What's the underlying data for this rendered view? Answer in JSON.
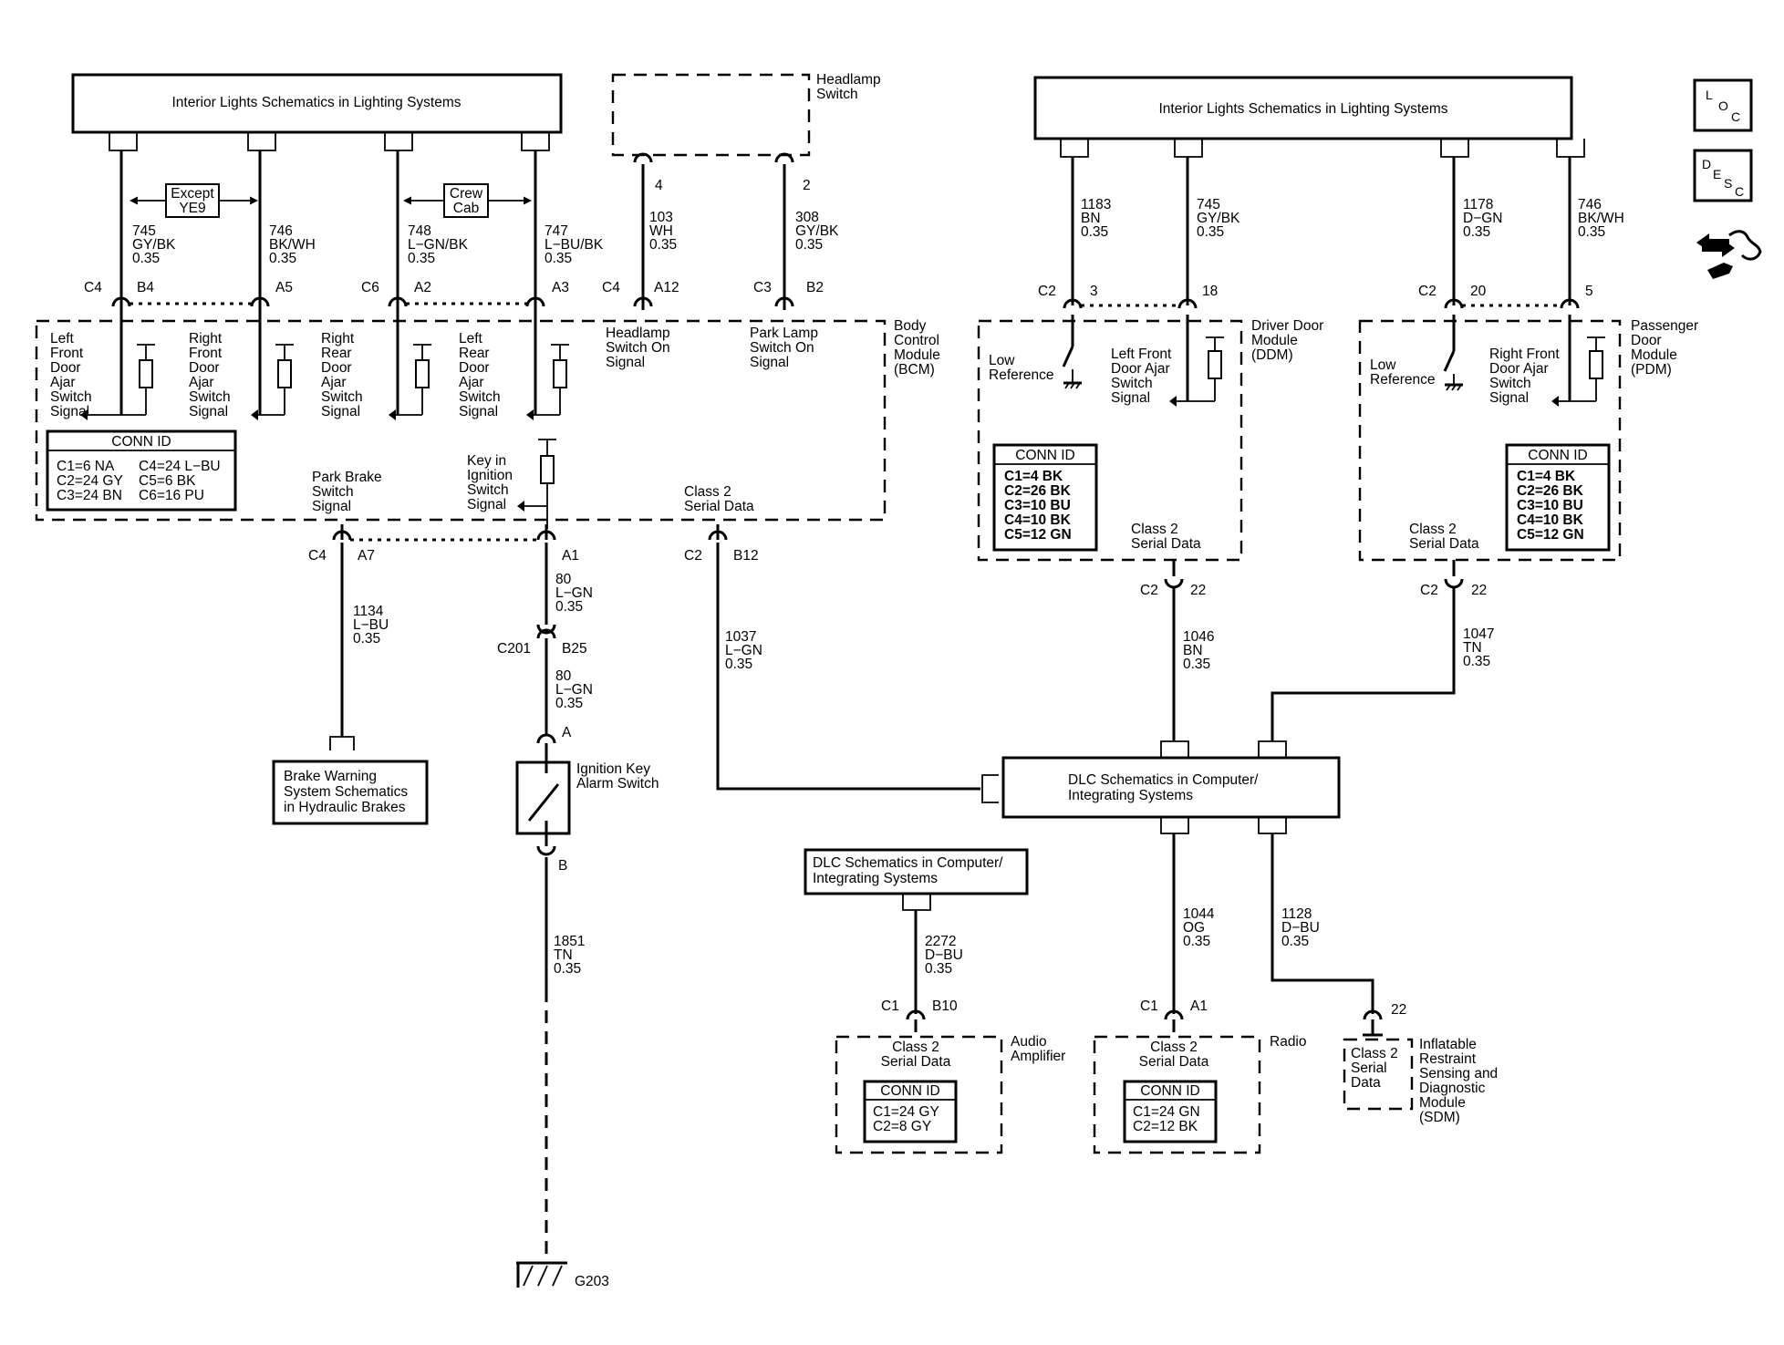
{
  "title_boxes": {
    "interior_left": "Interior Lights Schematics in Lighting Systems",
    "interior_right": "Interior Lights Schematics in Lighting Systems",
    "headlamp_switch": [
      "Headlamp",
      "Switch"
    ],
    "brake_warning": [
      "Brake Warning",
      "System Schematics",
      "in Hydraulic Brakes"
    ],
    "dlc_main": [
      "DLC Schematics in Computer/",
      "Integrating Systems"
    ],
    "dlc_audio": [
      "DLC Schematics in Computer/",
      "Integrating Systems"
    ]
  },
  "option_tags": {
    "except_ye9": [
      "Except",
      "YE9"
    ],
    "crew_cab": [
      "Crew",
      "Cab"
    ]
  },
  "nav_icons": {
    "loc": [
      "L",
      "O",
      "C"
    ],
    "desc": [
      "D",
      "E",
      "S",
      "C"
    ]
  },
  "wires": {
    "w745_left": [
      "745",
      "GY/BK",
      "0.35"
    ],
    "w746_left": [
      "746",
      "BK/WH",
      "0.35"
    ],
    "w748": [
      "748",
      "L−GN/BK",
      "0.35"
    ],
    "w747": [
      "747",
      "L−BU/BK",
      "0.35"
    ],
    "w103": [
      "103",
      "WH",
      "0.35"
    ],
    "w308": [
      "308",
      "GY/BK",
      "0.35"
    ],
    "w1183": [
      "1183",
      "BN",
      "0.35"
    ],
    "w745_right": [
      "745",
      "GY/BK",
      "0.35"
    ],
    "w1178": [
      "1178",
      "D−GN",
      "0.35"
    ],
    "w746_right": [
      "746",
      "BK/WH",
      "0.35"
    ],
    "w1134": [
      "1134",
      "L−BU",
      "0.35"
    ],
    "w80_upper": [
      "80",
      "L−GN",
      "0.35"
    ],
    "w80_lower": [
      "80",
      "L−GN",
      "0.35"
    ],
    "w1037": [
      "1037",
      "L−GN",
      "0.35"
    ],
    "w1046": [
      "1046",
      "BN",
      "0.35"
    ],
    "w1047": [
      "1047",
      "TN",
      "0.35"
    ],
    "w1851": [
      "1851",
      "TN",
      "0.35"
    ],
    "w2272": [
      "2272",
      "D−BU",
      "0.35"
    ],
    "w1044": [
      "1044",
      "OG",
      "0.35"
    ],
    "w1128": [
      "1128",
      "D−BU",
      "0.35"
    ]
  },
  "connectors": {
    "c4": "C4",
    "b4": "B4",
    "a5": "A5",
    "c6": "C6",
    "a2": "A2",
    "a3": "A3",
    "c4b": "C4",
    "a12": "A12",
    "c3": "C3",
    "b2": "B2",
    "pin4": "4",
    "pin2": "2",
    "c2_ddm": "C2",
    "p3": "3",
    "p18": "18",
    "c2_pdm": "C2",
    "p20": "20",
    "p5": "5",
    "c4_pb": "C4",
    "a7": "A7",
    "a1": "A1",
    "c2_bcm": "C2",
    "b12": "B12",
    "c201": "C201",
    "b25": "B25",
    "pin_a": "A",
    "pin_b": "B",
    "c2_ddm22": "C2",
    "p22_ddm": "22",
    "c2_pdm22": "C2",
    "p22_pdm": "22",
    "c1_amp": "C1",
    "b10": "B10",
    "c1_radio": "C1",
    "a1_radio": "A1",
    "p22_sdm": "22",
    "g203": "G203"
  },
  "bcm": {
    "label": [
      "Body",
      "Control",
      "Module",
      "(BCM)"
    ],
    "lf_door": [
      "Left",
      "Front",
      "Door",
      "Ajar",
      "Switch",
      "Signal"
    ],
    "rf_door": [
      "Right",
      "Front",
      "Door",
      "Ajar",
      "Switch",
      "Signal"
    ],
    "rr_door": [
      "Right",
      "Rear",
      "Door",
      "Ajar",
      "Switch",
      "Signal"
    ],
    "lr_door": [
      "Left",
      "Rear",
      "Door",
      "Ajar",
      "Switch",
      "Signal"
    ],
    "headlamp_signal": [
      "Headlamp",
      "Switch On",
      "Signal"
    ],
    "park_lamp_signal": [
      "Park Lamp",
      "Switch On",
      "Signal"
    ],
    "park_brake": [
      "Park Brake",
      "Switch",
      "Signal"
    ],
    "key_in_ign": [
      "Key in",
      "Ignition",
      "Switch",
      "Signal"
    ],
    "class2": [
      "Class 2",
      "Serial Data"
    ],
    "conn_id_title": "CONN ID",
    "conn_id": [
      "C1=6 NA",
      "C4=24 L−BU",
      "C2=24 GY",
      "C5=6 BK",
      "C3=24 BN",
      "C6=16 PU"
    ]
  },
  "ddm": {
    "label": [
      "Driver Door",
      "Module",
      "(DDM)"
    ],
    "low_ref": [
      "Low",
      "Reference"
    ],
    "signal": [
      "Left Front",
      "Door Ajar",
      "Switch",
      "Signal"
    ],
    "class2": [
      "Class 2",
      "Serial Data"
    ],
    "conn_id_title": "CONN ID",
    "conn_id": [
      "C1=4 BK",
      "C2=26 BK",
      "C3=10 BU",
      "C4=10 BK",
      "C5=12 GN"
    ]
  },
  "pdm": {
    "label": [
      "Passenger",
      "Door",
      "Module",
      "(PDM)"
    ],
    "low_ref": [
      "Low",
      "Reference"
    ],
    "signal": [
      "Right Front",
      "Door Ajar",
      "Switch",
      "Signal"
    ],
    "class2": [
      "Class 2",
      "Serial Data"
    ],
    "conn_id_title": "CONN ID",
    "conn_id": [
      "C1=4 BK",
      "C2=26 BK",
      "C3=10 BU",
      "C4=10 BK",
      "C5=12 GN"
    ]
  },
  "ignition_key_switch": [
    "Ignition Key",
    "Alarm Switch"
  ],
  "audio_amp": {
    "label": [
      "Audio",
      "Amplifier"
    ],
    "class2": [
      "Class 2",
      "Serial Data"
    ],
    "conn_id_title": "CONN ID",
    "conn_id": [
      "C1=24 GY",
      "C2=8 GY"
    ]
  },
  "radio": {
    "label": [
      "Radio"
    ],
    "class2": [
      "Class 2",
      "Serial Data"
    ],
    "conn_id_title": "CONN ID",
    "conn_id": [
      "C1=24 GN",
      "C2=12 BK"
    ]
  },
  "sdm": {
    "label": [
      "Inflatable",
      "Restraint",
      "Sensing and",
      "Diagnostic",
      "Module",
      "(SDM)"
    ],
    "class2": [
      "Class 2",
      "Serial",
      "Data"
    ]
  }
}
